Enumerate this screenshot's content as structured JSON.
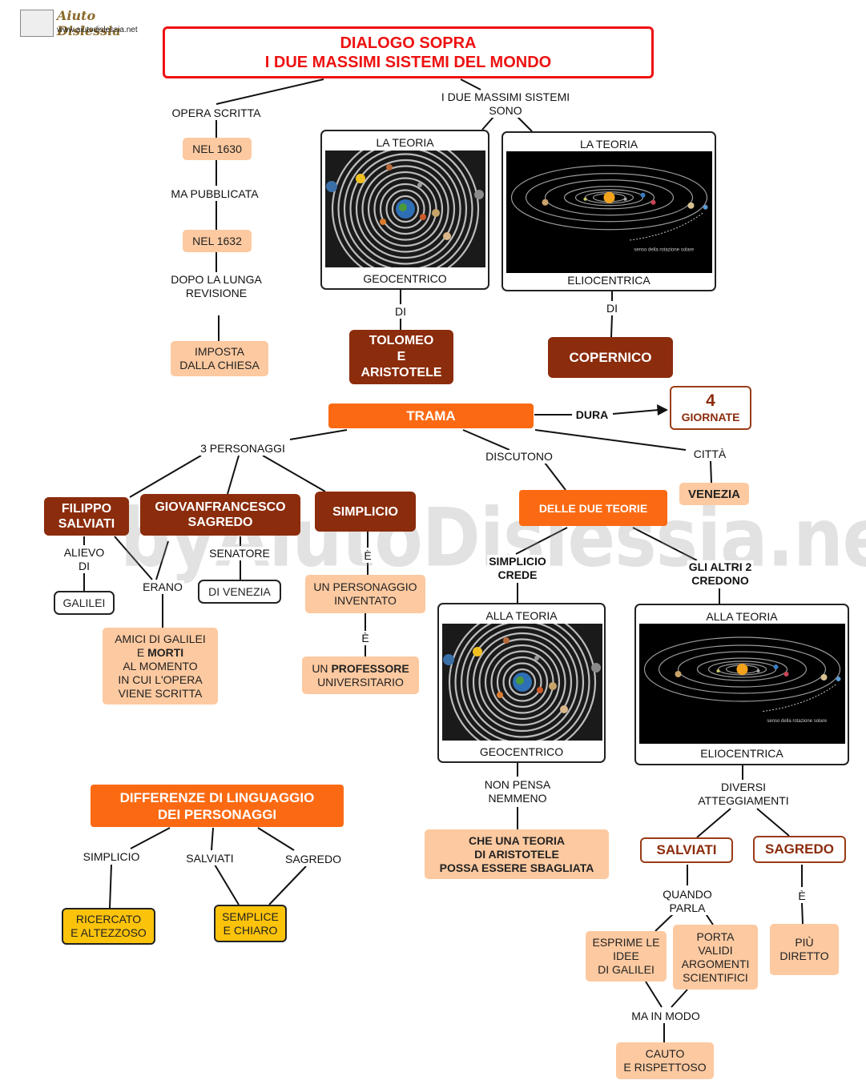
{
  "logo": {
    "name": "Aiuto Dislessia",
    "url": "www.aiutodislessia.net"
  },
  "watermark": "byAiutoDislessia.net",
  "title": {
    "line1": "DIALOGO SOPRA",
    "line2": "I DUE MASSIMI SISTEMI  DEL MONDO"
  },
  "top_left": {
    "label_opera": "OPERA SCRITTA",
    "box_1630": "NEL 1630",
    "label_pubblicata": "MA PUBBLICATA",
    "box_1632": "NEL 1632",
    "label_revisione_1": "DOPO LA LUNGA",
    "label_revisione_2": "REVISIONE",
    "box_imposta_1": "IMPOSTA",
    "box_imposta_2": "DALLA CHIESA"
  },
  "sistemi": {
    "label_1": "I DUE MASSIMI SISTEMI",
    "label_2": "SONO",
    "geo_top": "LA TEORIA",
    "geo_bottom": "GEOCENTRICO",
    "elio_top": "LA TEORIA",
    "elio_bottom": "ELIOCENTRICA",
    "di_1": "DI",
    "di_2": "DI",
    "tolomeo_1": "TOLOMEO",
    "tolomeo_2": "E",
    "tolomeo_3": "ARISTOTELE",
    "copernico": "COPERNICO",
    "image_caption": "senso della rotazione solare"
  },
  "trama": {
    "label": "TRAMA",
    "dura": "DURA",
    "giornate_num": "4",
    "giornate_label": "GIORNATE",
    "citta": "CITTÀ",
    "venezia": "VENEZIA",
    "discutono": "DISCUTONO",
    "delle_due": "DELLE DUE TEORIE",
    "personaggi": "3 PERSONAGGI"
  },
  "personaggi": {
    "salviati_1": "FILIPPO",
    "salviati_2": "SALVIATI",
    "sagredo_1": "GIOVANFRANCESCO",
    "sagredo_2": "SAGREDO",
    "simplicio": "SIMPLICIO",
    "allievo_1": "ALIEVO",
    "allievo_2": "DI",
    "galilei": "GALILEI",
    "erano": "ERANO",
    "senatore": "SENATORE",
    "di_venezia": "DI VENEZIA",
    "amici_1": "AMICI DI GALILEI",
    "amici_2a": "E ",
    "amici_2b": "MORTI",
    "amici_3": "AL MOMENTO",
    "amici_4": "IN CUI L'OPERA",
    "amici_5": "VIENE SCRITTA",
    "e_1": "È",
    "inventato_1": "UN PERSONAGGIO",
    "inventato_2": "INVENTATO",
    "e_2": "È",
    "prof_1a": "UN ",
    "prof_1b": "PROFESSORE",
    "prof_2": "UNIVERSITARIO"
  },
  "credenze": {
    "simplicio_1": "SIMPLICIO",
    "simplicio_2": "CREDE",
    "altri_1": "GLI ALTRI 2",
    "altri_2": "CREDONO",
    "geo_top": "ALLA TEORIA",
    "geo_bottom": "GEOCENTRICO",
    "elio_top": "ALLA TEORIA",
    "elio_bottom": "ELIOCENTRICA",
    "non_pensa_1": "NON PENSA",
    "non_pensa_2": "NEMMENO",
    "teoria_1": "CHE UNA TEORIA",
    "teoria_2": "DI ARISTOTELE",
    "teoria_3": "POSSA ESSERE SBAGLIATA",
    "diversi_1": "DIVERSI",
    "diversi_2": "ATTEGGIAMENTI",
    "salviati": "SALVIATI",
    "sagredo": "SAGREDO",
    "quando_1": "QUANDO",
    "quando_2": "PARLA",
    "esprime_1": "ESPRIME LE",
    "esprime_2": "IDEE",
    "esprime_3": "DI GALILEI",
    "porta_1": "PORTA",
    "porta_2": "VALIDI",
    "porta_3": "ARGOMENTI",
    "porta_4": "SCIENTIFICI",
    "e_3": "È",
    "diretto_1": "PIÙ",
    "diretto_2": "DIRETTO",
    "ma_in_modo": "MA IN MODO",
    "cauto_1": "CAUTO",
    "cauto_2": "E RISPETTOSO"
  },
  "linguaggio": {
    "title_1": "DIFFERENZE DI LINGUAGGIO",
    "title_2": "DEI PERSONAGGI",
    "simplicio": "SIMPLICIO",
    "salviati": "SALVIATI",
    "sagredo": "SAGREDO",
    "ricercato_1": "RICERCATO",
    "ricercato_2": "E ALTEZZOSO",
    "semplice_1": "SEMPLICE",
    "semplice_2": "E CHIARO"
  },
  "colors": {
    "title_red": "#ee1111",
    "peach": "#fdc9a0",
    "brown": "#8b2c0c",
    "orange": "#fb6a13",
    "yellow": "#fcc30b"
  }
}
